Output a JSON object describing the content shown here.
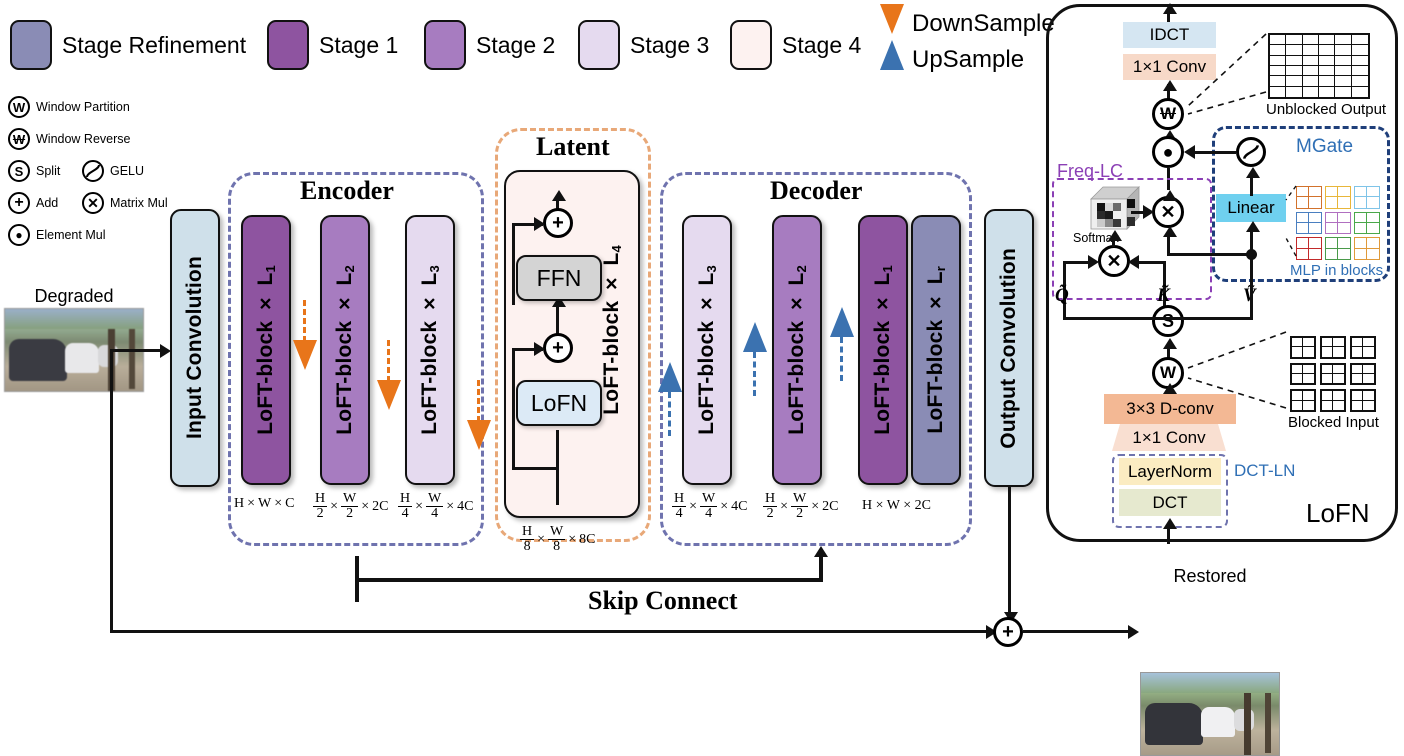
{
  "legend": {
    "stages": [
      {
        "label": "Stage Refinement",
        "color": "#8a8cb5"
      },
      {
        "label": "Stage 1",
        "color": "#8e54a0"
      },
      {
        "label": "Stage 2",
        "color": "#a77cc0"
      },
      {
        "label": "Stage 3",
        "color": "#e5daef"
      },
      {
        "label": "Stage 4",
        "color": "#fdf2f0"
      }
    ],
    "symbols": [
      {
        "glyph": "W",
        "label": "Window Partition",
        "icon": "window-partition-icon"
      },
      {
        "glyph": "W",
        "label": "Window Reverse",
        "icon": "window-reverse-icon"
      },
      {
        "glyph": "S",
        "label": "Split",
        "icon": "split-icon"
      },
      {
        "glyph": "",
        "label": "GELU",
        "icon": "gelu-icon"
      },
      {
        "glyph": "+",
        "label": "Add",
        "icon": "add-icon"
      },
      {
        "glyph": "✕",
        "label": "Matrix Mul",
        "icon": "matrix-mul-icon"
      },
      {
        "glyph": "●",
        "label": "Element Mul",
        "icon": "element-mul-icon"
      }
    ],
    "sampling": [
      {
        "label": "DownSample",
        "color": "#e8751a",
        "icon": "down-sample-icon"
      },
      {
        "label": "UpSample",
        "color": "#3b72b0",
        "icon": "up-sample-icon"
      }
    ]
  },
  "pipeline": {
    "degraded_caption": "Degraded",
    "restored_caption": "Restored",
    "input_conv": "Input Convolution",
    "output_conv": "Output Convolution",
    "skip_connect": "Skip Connect",
    "encoder_title": "Encoder",
    "decoder_title": "Decoder",
    "latent_title": "Latent"
  },
  "encoder_blocks": [
    {
      "name": "LoFT-block × L",
      "sub": "1",
      "color": "#8e54a0",
      "textcolor": "#000"
    },
    {
      "name": "LoFT-block × L",
      "sub": "2",
      "color": "#a77cc0",
      "textcolor": "#000"
    },
    {
      "name": "LoFT-block × L",
      "sub": "3",
      "color": "#e5daef",
      "textcolor": "#000"
    }
  ],
  "encoder_dims": [
    {
      "parts": [
        "H",
        "×",
        "W",
        "×",
        "C"
      ]
    },
    {
      "num1": "H",
      "den1": "2",
      "num2": "W",
      "den2": "2",
      "tail": "2C"
    },
    {
      "num1": "H",
      "den1": "4",
      "num2": "W",
      "den2": "4",
      "tail": "4C"
    }
  ],
  "latent": {
    "block_label": "LoFT-block × L",
    "block_sub": "4",
    "ffn": "FFN",
    "lofn": "LoFN",
    "add": "+",
    "dim": {
      "num1": "H",
      "den1": "8",
      "num2": "W",
      "den2": "8",
      "tail": "8C"
    }
  },
  "decoder_blocks": [
    {
      "name": "LoFT-block × L",
      "sub": "3",
      "color": "#e5daef"
    },
    {
      "name": "LoFT-block × L",
      "sub": "2",
      "color": "#a77cc0"
    },
    {
      "name": "LoFT-block × L",
      "sub": "1",
      "color": "#8e54a0"
    },
    {
      "name": "LoFT-block × L",
      "sub": "r",
      "color": "#8a8cb5"
    }
  ],
  "decoder_dims": [
    {
      "num1": "H",
      "den1": "4",
      "num2": "W",
      "den2": "4",
      "tail": "4C"
    },
    {
      "num1": "H",
      "den1": "2",
      "num2": "W",
      "den2": "2",
      "tail": "2C"
    },
    {
      "plain": "H × W × 2C"
    }
  ],
  "lofn_module": {
    "title": "LoFN",
    "idct": "IDCT",
    "conv1x1_top": "1×1 Conv",
    "conv1x1_bottom": "1×1 Conv",
    "dconv": "3×3 D-conv",
    "layernorm": "LayerNorm",
    "dct": "DCT",
    "dct_ln": "DCT-LN",
    "linear": "Linear",
    "mgate": "MGate",
    "mlp_in_blocks": "MLP in blocks",
    "freq_lc": "Freq-LC",
    "softmax": "Softmax",
    "unblocked_output": "Unblocked Output",
    "blocked_input": "Blocked Input",
    "q": "Q̃",
    "k": "K̃",
    "v": "Ṽ",
    "window_partition_glyph": "W",
    "window_reverse_glyph": "W",
    "split_glyph": "S",
    "matmul_glyph": "✕",
    "elemmul_glyph": "●",
    "colors": {
      "idct_bg": "#d5e6f2",
      "conv_top_bg": "#f7d9c8",
      "dconv_bg": "#f3b894",
      "conv_bottom_bg": "#f9dfd1",
      "layernorm_bg": "#fbecc2",
      "dct_bg": "#e6e9cf",
      "linear_bg": "#6fd0ef",
      "mgate_border": "#1f3f7a",
      "freqlc_border": "#8b3fb5",
      "dctln_border": "#6f73ae"
    },
    "mlp_block_colors": [
      "#d2722c",
      "#e8b63a",
      "#7fc4e8",
      "#4a7fc0",
      "#b06fc0",
      "#4aa84a",
      "#c22a2a",
      "#4a9a4a",
      "#e09a3a"
    ]
  }
}
